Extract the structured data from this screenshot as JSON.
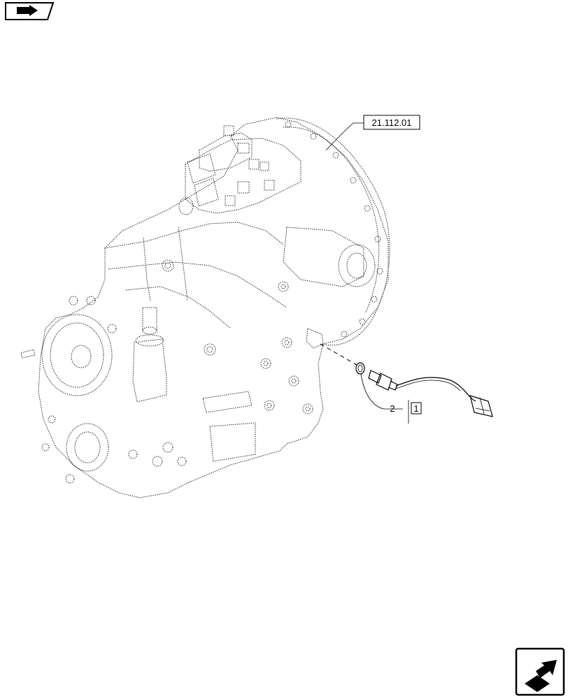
{
  "reference_label": "21.112.01",
  "callouts": {
    "item_1": "1",
    "item_2": "2"
  },
  "icons": {
    "top_left": "back-arrow-icon",
    "bottom_right": "next-arrow-icon"
  }
}
